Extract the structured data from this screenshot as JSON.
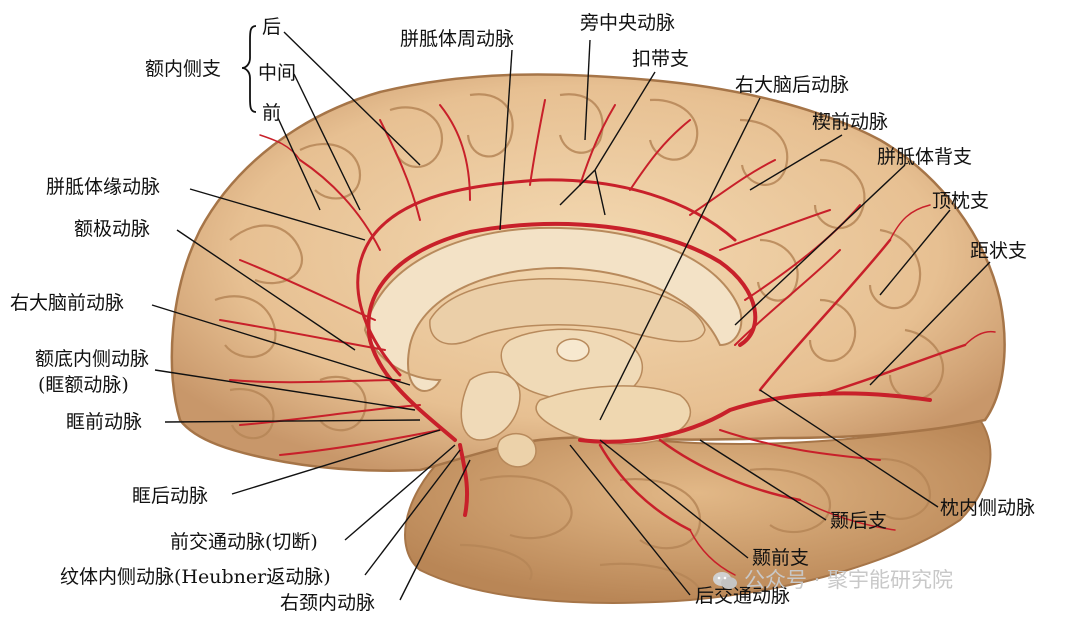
{
  "figure": {
    "labels": {
      "frontal_medial_branches": "额内侧支",
      "posterior": "后",
      "middle": "中间",
      "anterior": "前",
      "pericallosal_artery": "胼胝体周动脉",
      "paracentral_artery": "旁中央动脉",
      "cingulate_branch": "扣带支",
      "right_pca": "右大脑后动脉",
      "precuneal_artery": "楔前动脉",
      "callosal_dorsal_branch": "胼胝体背支",
      "parieto_occipital_branch": "顶枕支",
      "calcarine_branch": "距状支",
      "callosomarginal_artery": "胼胝体缘动脉",
      "frontopolar_artery": "额极动脉",
      "right_aca": "右大脑前动脉",
      "medial_frontobasal_line1": "额底内侧动脉",
      "medial_frontobasal_line2": "(眶额动脉)",
      "anterior_orbital_artery": "眶前动脉",
      "posterior_orbital_artery": "眶后动脉",
      "acom_cut": "前交通动脉(切断)",
      "heubner": "纹体内侧动脉(Heubner返动脉)",
      "right_ica": "右颈内动脉",
      "pcom": "后交通动脉",
      "anterior_temporal_branch": "颞前支",
      "posterior_temporal_branch": "颞后支",
      "medial_occipital_artery": "枕内侧动脉"
    },
    "watermark": "公众号 · 聚宇能研究院",
    "colors": {
      "brain": "#ebc89e",
      "gyrus_highlight": "#f4dcb6",
      "sulcus_shadow": "#b78a5c",
      "artery": "#c8202a",
      "white_matter": "#f3e2c6"
    }
  }
}
